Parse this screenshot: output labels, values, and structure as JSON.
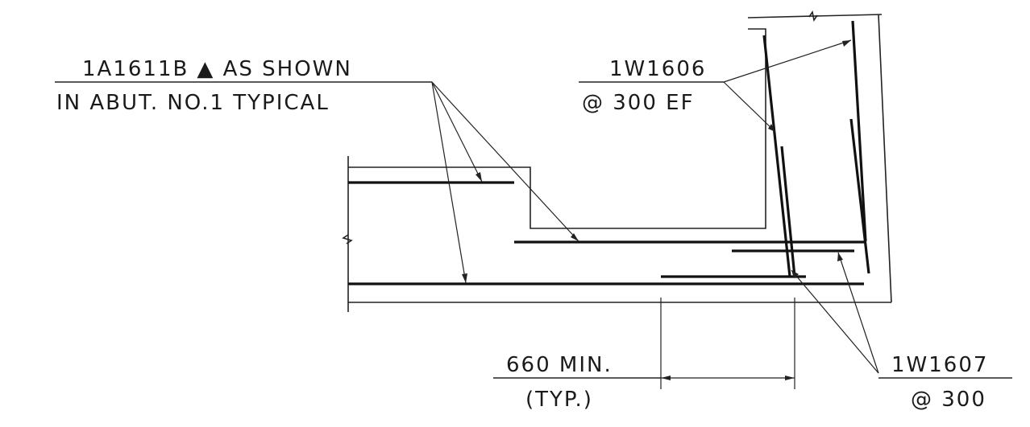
{
  "labels": {
    "main_mark": "1A1611B",
    "main_symbol": "▲",
    "main_line1_rest": " AS SHOWN",
    "main_line2": "IN ABUT. NO.1 TYPICAL",
    "w1606_mark": "1W1606",
    "w1606_spacing": "@ 300 EF",
    "w1607_mark": "1W1607",
    "w1607_spacing": "@ 300",
    "lap_length": "660 MIN.",
    "lap_note": "(TYP.)"
  }
}
